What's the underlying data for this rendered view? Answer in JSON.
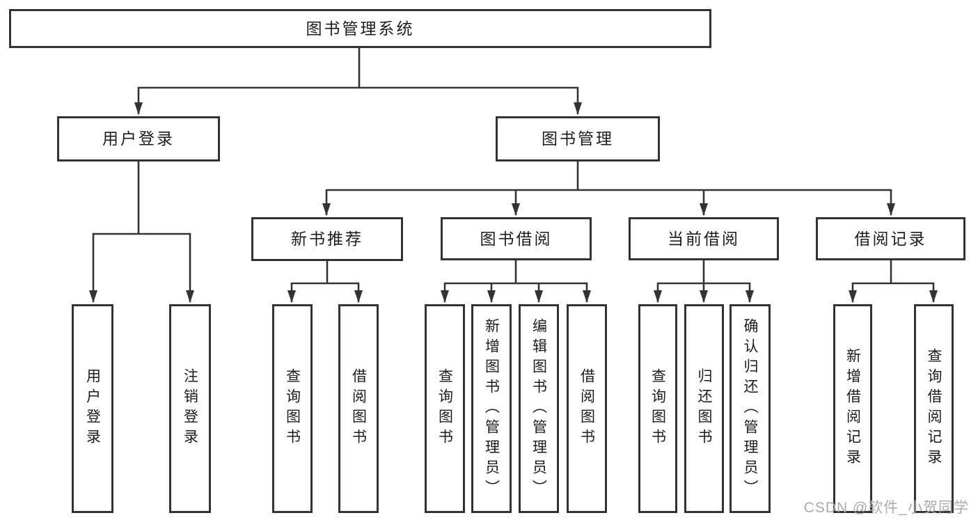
{
  "tree": {
    "root": {
      "label": "图书管理系统"
    },
    "level2": [
      {
        "label": "用户登录"
      },
      {
        "label": "图书管理"
      }
    ],
    "level3": [
      {
        "label": "新书推荐"
      },
      {
        "label": "图书借阅"
      },
      {
        "label": "当前借阅"
      },
      {
        "label": "借阅记录"
      }
    ],
    "leaves": {
      "user_login": [
        "用户登录",
        "注销登录"
      ],
      "new_book": [
        "查询图书",
        "借阅图书"
      ],
      "book_borrow": [
        "查询图书",
        "新增图书（管理员）",
        "编辑图书（管理员）",
        "借阅图书"
      ],
      "current_borrow": [
        "查询图书",
        "归还图书",
        "确认归还（管理员）"
      ],
      "borrow_records": [
        "新增借阅记录",
        "查询借阅记录"
      ]
    }
  },
  "watermark": {
    "text": "CSDN @软件_小贺同学"
  },
  "colors": {
    "line": "#333333",
    "box_border": "#333333",
    "box_fill": "#ffffff",
    "text": "#1c1c1c",
    "watermark": "#ababab",
    "background": "#ffffff"
  }
}
